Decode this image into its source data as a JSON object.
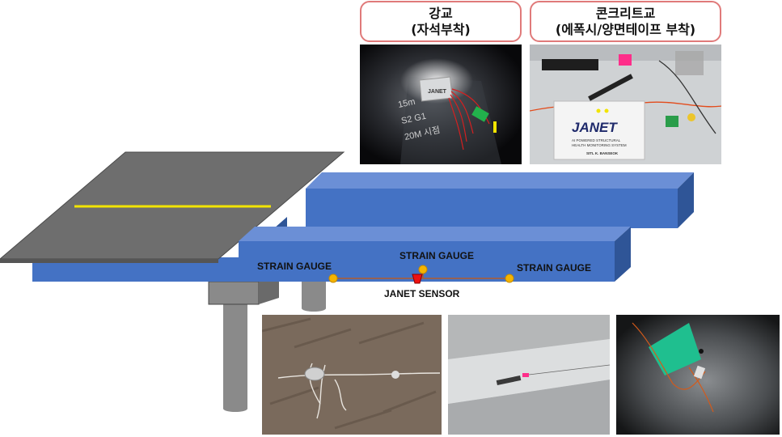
{
  "captions": {
    "steel_bridge": {
      "line1": "강교",
      "line2": "(자석부착)"
    },
    "concrete_bridge": {
      "line1": "콘크리트교",
      "line2": "(에폭시/양면테이프 부착)"
    }
  },
  "photo_text": {
    "steel_handwriting": [
      "15m",
      "S2 G1",
      "20M 시점"
    ],
    "steel_device_brand": "JANET",
    "concrete_device_brand": "JANET",
    "concrete_device_sub1": "AI POWERED STRUCTURAL",
    "concrete_device_sub2": "HEALTH MONITORING SYSTEM",
    "concrete_device_sub3": "SITL  K. BANSEOK"
  },
  "diagram_labels": {
    "gauge_left": "STRAIN GAUGE",
    "gauge_center": "STRAIN GAUGE",
    "gauge_right": "STRAIN GAUGE",
    "sensor": "JANET SENSOR"
  },
  "colors": {
    "caption_border": "#e07a7a",
    "deck": "#6e6e6e",
    "girder_front": "#4472c4",
    "girder_top": "#6b8fd6",
    "girder_side": "#2f5597",
    "pier": "#8a8a8a",
    "center_line": "#f2e400",
    "gauge": "#f5b400",
    "sensor": "#ee1111",
    "wire": "#c55a11"
  },
  "icons": {
    "gauge_marker": "circle",
    "sensor_marker": "trapezoid"
  }
}
